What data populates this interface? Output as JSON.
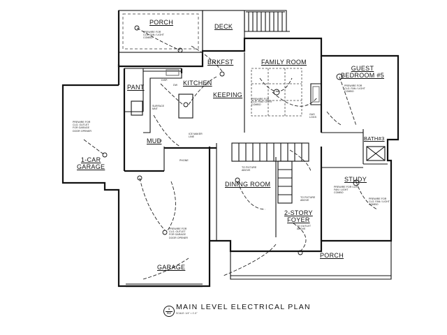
{
  "title": "MAIN LEVEL ELECTRICAL PLAN",
  "scale_note": "SCALE: 1/4\" = 1'-0\"",
  "detail_bubble": {
    "top": "1",
    "bottom": "E2"
  },
  "rooms": {
    "porch_rear": "PORCH",
    "deck": "DECK",
    "brkfst": "BRKFST",
    "family_room": "FAMILY ROOM",
    "guest_bedroom": "GUEST\nBEDROOM #5",
    "pant": "PANT",
    "kitchen": "KITCHEN",
    "keeping": "KEEPING",
    "mud": "MUD",
    "garage_1car": "1-CAR\nGARAGE",
    "bath3": "BATH#3",
    "study": "STUDY",
    "dining_room": "DINING ROOM",
    "foyer": "2-STORY\nFOYER",
    "garage": "GARAGE",
    "porch_front": "PORCH"
  },
  "notes": {
    "porch_outlet": "PREWIRE FOR\nCLG. FAN / LIGHT\nCOMBO",
    "family_fan": "PREWIRE FOR\nCLG. FAN / LIGHT\nCOMBO",
    "guest_fan": "PREWIRE FOR\nCLG. FAN / LIGHT\nCOMBO",
    "gas_logs": "GAS\nLOGS",
    "one_car_opener": "PREWIRE FOR\nCLG. OUTLET\nFOR GARAGE\nDOOR OPENER",
    "garage_opener": "PREWIRE FOR\nCLG. OUTLET\nFOR GARAGE\nDOOR OPENER",
    "study_fan": "PREWIRE FOR CLG.\nFAN / LIGHT\nCOMBO",
    "study_fan2": "PREWIRE FOR\nCLG. FAN / LIGHT\nCOMBO",
    "to_fixture_above_1": "TO FIXTURE\nABOVE",
    "to_fixture_above_2": "TO FIXTURE\nABOVE",
    "to_outlet_above": "TO OUTLET\nABOVE",
    "surface_mnt": "SURFACE\nMNT",
    "ice_maker": "ICE MAKER\nLINE",
    "disp": "DISP.",
    "phone": "PHONE",
    "dw": "DW",
    "cat": "CAT"
  }
}
